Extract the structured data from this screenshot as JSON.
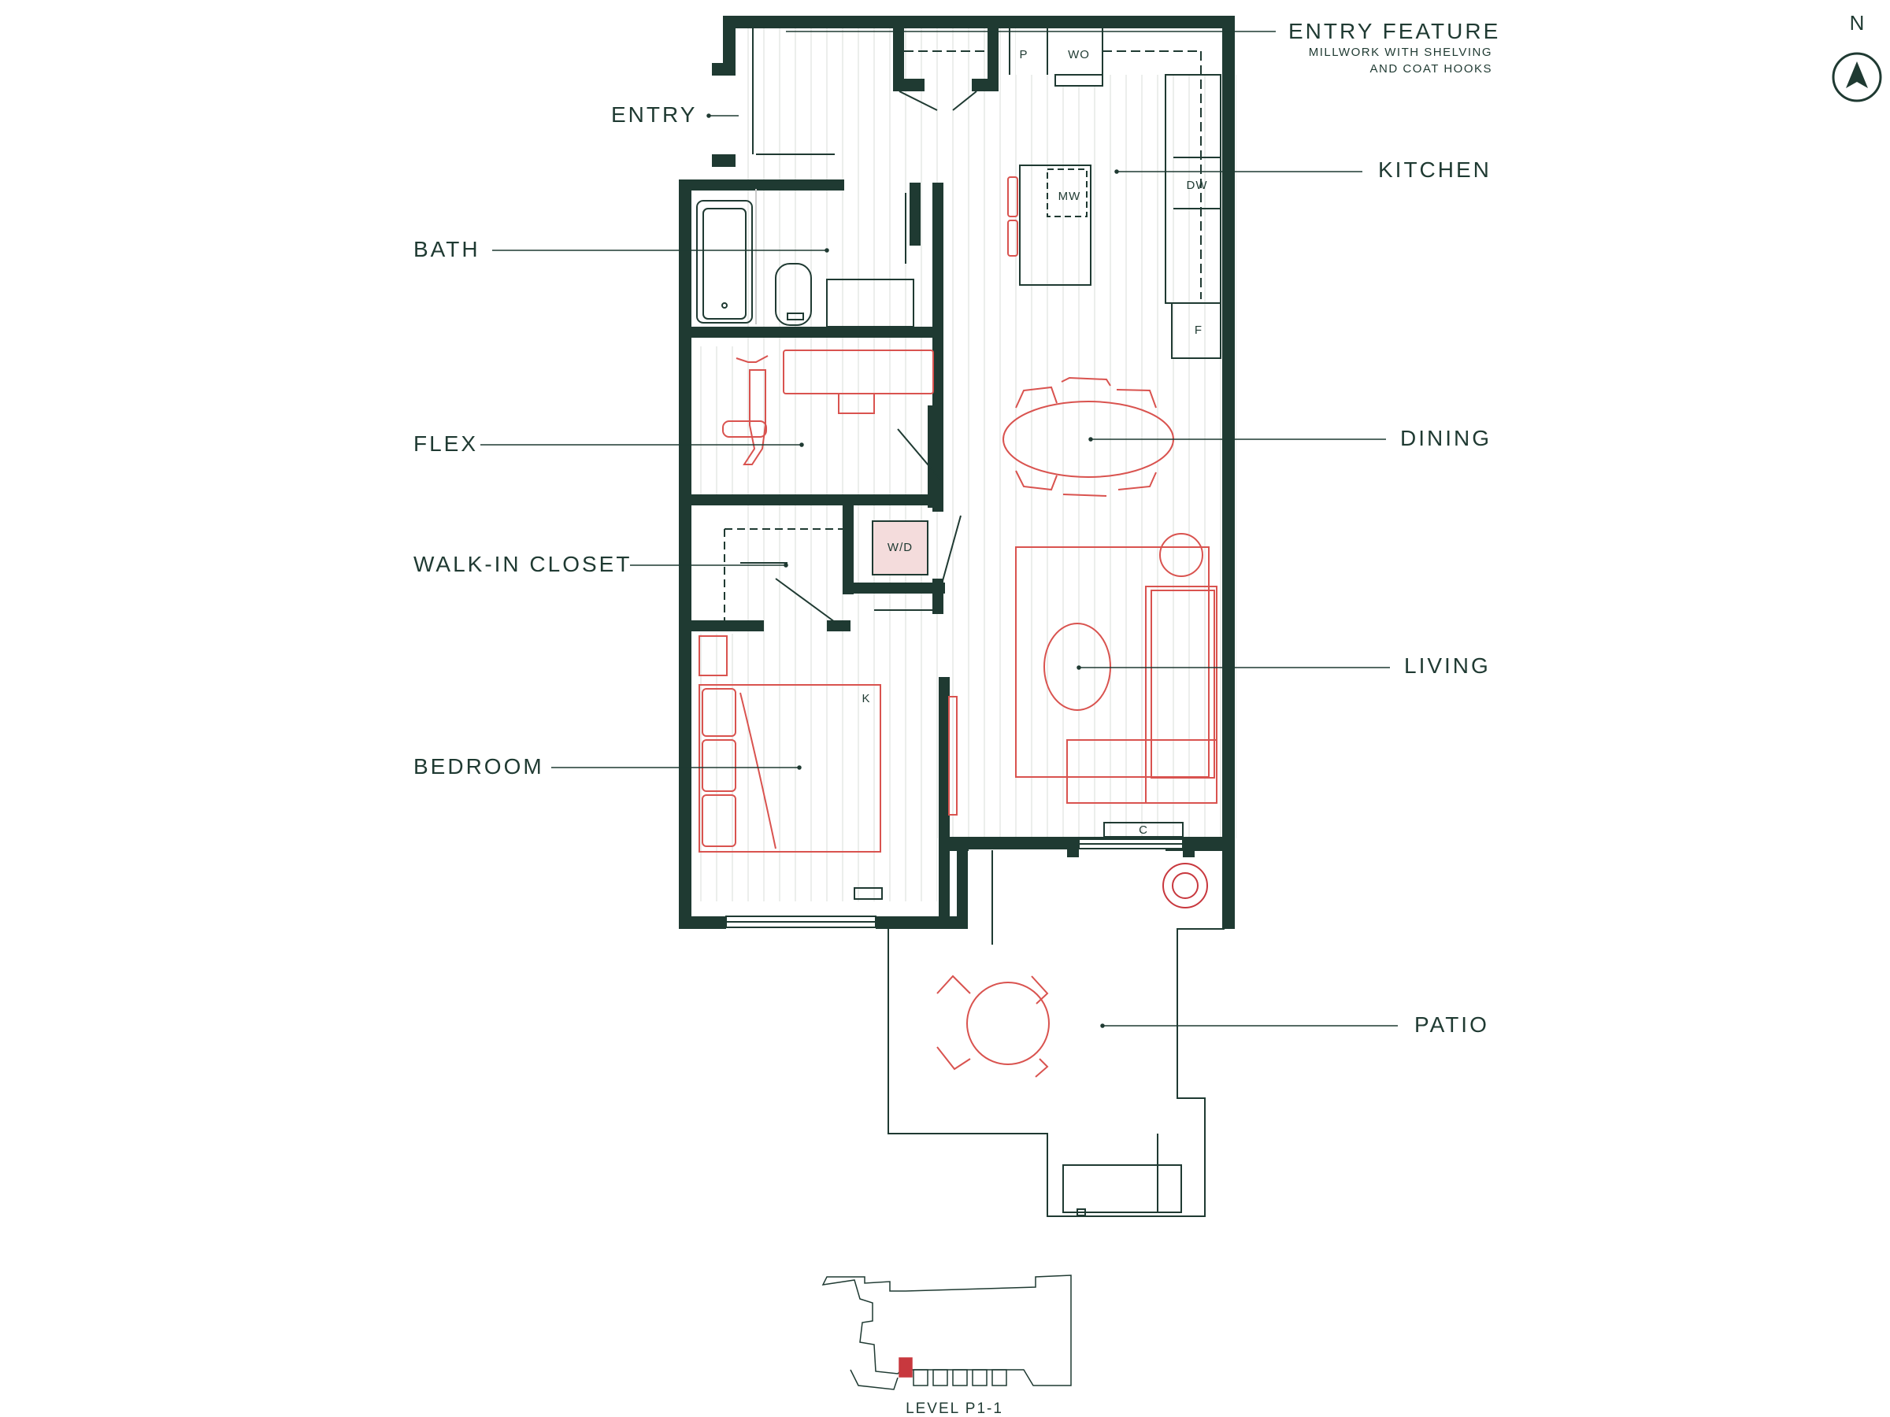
{
  "labels": {
    "entry_feature": "ENTRY FEATURE",
    "entry_feature_sub1": "MILLWORK WITH SHELVING",
    "entry_feature_sub2": "AND COAT HOOKS",
    "entry": "ENTRY",
    "kitchen": "KITCHEN",
    "bath": "BATH",
    "flex": "FLEX",
    "dining": "DINING",
    "walk_in_closet": "WALK-IN CLOSET",
    "living": "LIVING",
    "bedroom": "BEDROOM",
    "patio": "PATIO"
  },
  "fixtures": {
    "pantry": "P",
    "washer_outlet": "WO",
    "microwave": "MW",
    "dishwasher": "DW",
    "fridge": "F",
    "washer_dryer": "W/D",
    "bed_size": "K",
    "closet": "C"
  },
  "compass": {
    "label": "N"
  },
  "keyplan": {
    "label": "LEVEL P1-1"
  },
  "colors": {
    "wall": "#1f3a32",
    "furniture": "#d9534f",
    "highlight": "#c8383e",
    "wd_fill": "#f4dcdc"
  }
}
